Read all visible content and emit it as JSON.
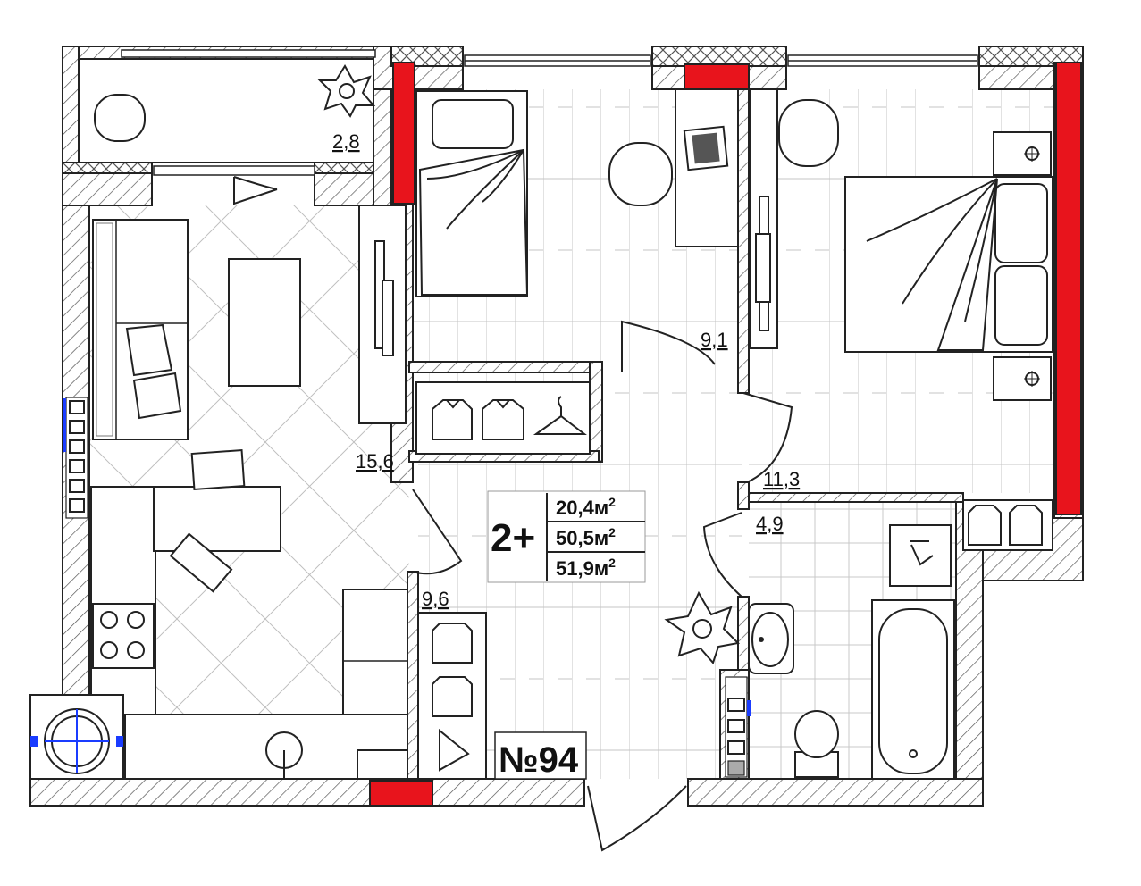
{
  "apartment": {
    "type_label": "2+",
    "number_label": "№94",
    "areas": [
      {
        "value": "20,4м",
        "sup": "2"
      },
      {
        "value": "50,5м",
        "sup": "2"
      },
      {
        "value": "51,9м",
        "sup": "2"
      }
    ]
  },
  "rooms": [
    {
      "id": "balcony",
      "area": "2,8"
    },
    {
      "id": "living-kitchen",
      "area": "15,6"
    },
    {
      "id": "bedroom-small",
      "area": "9,1"
    },
    {
      "id": "bedroom-large",
      "area": "11,3"
    },
    {
      "id": "hallway",
      "area": "9,6"
    },
    {
      "id": "bathroom",
      "area": "4,9"
    }
  ],
  "colors": {
    "wall_cut": "#e8141c",
    "wall_line": "#222222",
    "hatch": "#555555",
    "vent_accent": "#1a3cff"
  }
}
